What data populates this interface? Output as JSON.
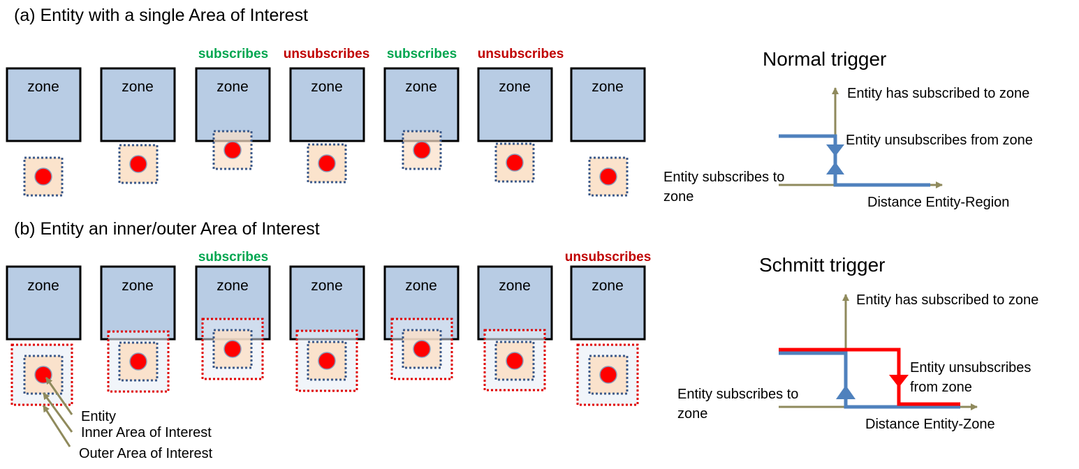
{
  "section_a": {
    "title": "(a) Entity with a single Area of Interest",
    "zone_label": "zone",
    "events": [
      "subscribes",
      "unsubscribes",
      "subscribes",
      "unsubscribes"
    ]
  },
  "section_b": {
    "title": "(b) Entity an inner/outer Area of Interest",
    "zone_label": "zone",
    "events": [
      "subscribes",
      "unsubscribes"
    ],
    "legend": {
      "entity": "Entity",
      "inner": "Inner Area  of Interest",
      "outer": "Outer Area of Interest"
    }
  },
  "normal_trigger": {
    "title": "Normal  trigger",
    "has_subscribed": "Entity has subscribed  to zone",
    "unsubscribes": "Entity  unsubscribes  from zone",
    "subscribes": "Entity  subscribes to zone",
    "axis": "Distance Entity-Region"
  },
  "schmitt_trigger": {
    "title": "Schmitt trigger",
    "has_subscribed": "Entity  has subscribed  to zone",
    "unsubscribes": "Entity unsubscribes from zone",
    "subscribes": "Entity  subscribes to zone",
    "axis": "Distance Entity-Zone"
  },
  "colors": {
    "zone_fill": "#b8cce4",
    "inner_fill": "#fbe0c7",
    "outer_fill": "#e8eef7",
    "entity": "#ff0000",
    "inner_border": "#3d5a8a",
    "outer_border": "#e00000",
    "subscribes": "#00a650",
    "unsubscribes": "#c00000",
    "axis": "#8f8a5c",
    "normal_line": "#4f81bd",
    "schmitt_line": "#ff0000"
  }
}
